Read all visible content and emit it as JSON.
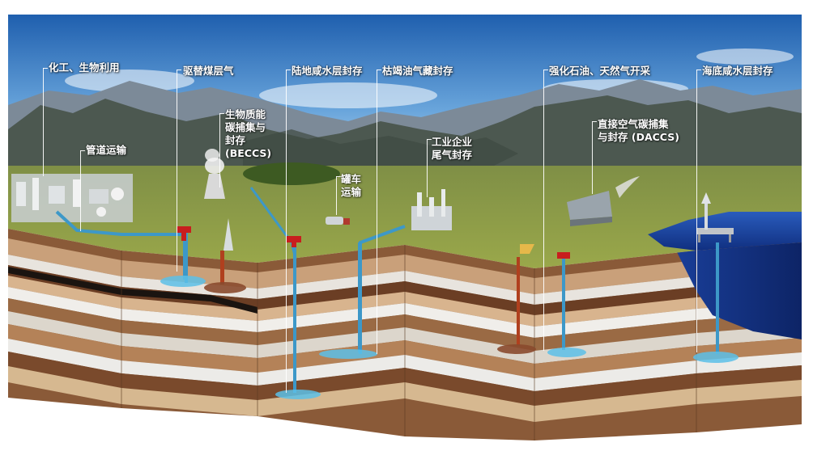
{
  "colors": {
    "sky_top": "#1f5fae",
    "sky_bottom": "#9cc7ea",
    "mountain_far": "#6c7a86",
    "mountain_near": "#4f5a52",
    "grass": "#8a9a3c",
    "sea": "#1b46a0",
    "pipe": "#3d98c8",
    "wellhead": "#c81e1e",
    "storage_blue": "#5cc0e8",
    "storage_brown": "#8a4a2e"
  },
  "labels": {
    "chem_bio": "化工、生物利用",
    "pipeline": "管道运输",
    "coalbed": "驱替煤层气",
    "beccs_1": "生物质能",
    "beccs_2": "碳捕集与",
    "beccs_3": "封存",
    "beccs_4": "(BECCS)",
    "land_saline": "陆地咸水层封存",
    "tanker_1": "罐车",
    "tanker_2": "运输",
    "depleted": "枯竭油气藏封存",
    "industrial_1": "工业企业",
    "industrial_2": "尾气封存",
    "eor": "强化石油、天然气开采",
    "daccs_1": "直接空气碳捕集",
    "daccs_2": "与封存 (DACCS)",
    "seabed": "海底咸水层封存"
  }
}
